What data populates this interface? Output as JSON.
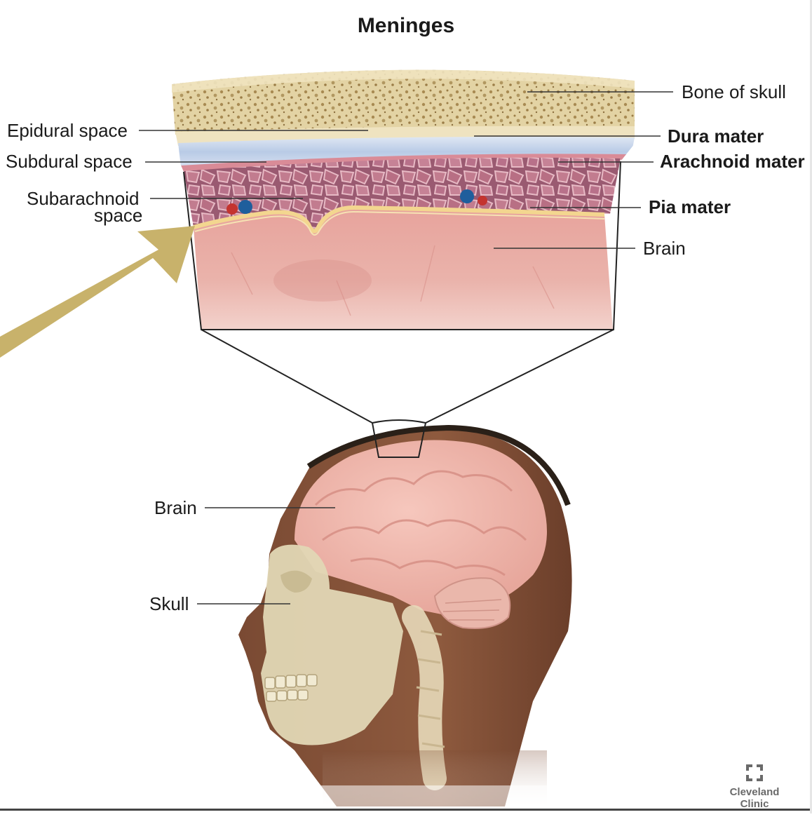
{
  "title": "Meninges",
  "labels": {
    "bone_of_skull": "Bone of skull",
    "epidural_space": "Epidural space",
    "dura_mater": "Dura mater",
    "subdural_space": "Subdural space",
    "arachnoid_mater": "Arachnoid mater",
    "subarachnoid_line1": "Subarachnoid",
    "subarachnoid_line2": "space",
    "pia_mater": "Pia mater",
    "brain_inset": "Brain",
    "brain": "Brain",
    "skull": "Skull"
  },
  "logo": {
    "line1": "Cleveland",
    "line2": "Clinic"
  },
  "colors": {
    "bone": "#e7d9ad",
    "dura": "#c9d6ea",
    "arachnoid": "#b3667e",
    "brain_tissue": "#e8aaa2",
    "pia": "#f2d58d",
    "arrow": "#c9b46d"
  }
}
